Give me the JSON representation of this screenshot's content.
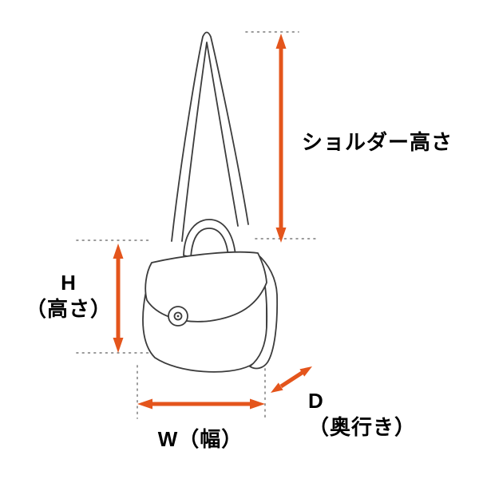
{
  "colors": {
    "background": "#ffffff",
    "arrow": "#e4551c",
    "line_art": "#3c3c3c",
    "dotted_line": "#8c8c8c",
    "text": "#000000"
  },
  "labels": {
    "shoulder_height": "ショルダー高さ",
    "height_abbr": "H",
    "height_name": "（高さ）",
    "width": "W（幅）",
    "depth_abbr": "D",
    "depth_name": "（奥行き）"
  }
}
